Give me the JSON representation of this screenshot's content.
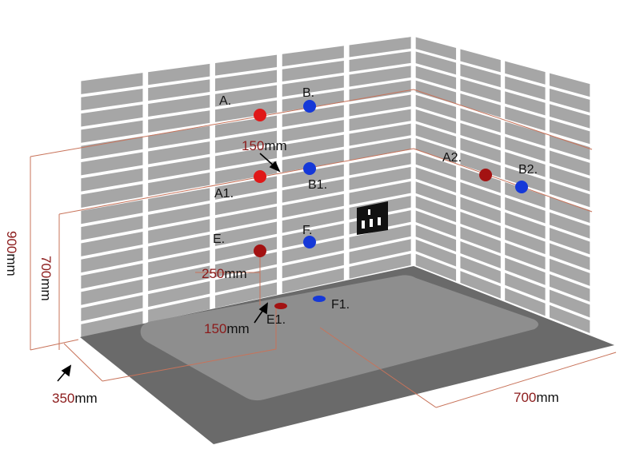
{
  "colors": {
    "hot": "#e01818",
    "hot_dark": "#a31212",
    "cold": "#1538d8",
    "dim_line": "#c8735a",
    "dim_num": "#8b1a1a",
    "tile": "#a6a6a6",
    "floor_outer": "#686868",
    "floor_inner": "#8c8c8c"
  },
  "points": {
    "A": "A.",
    "B": "B.",
    "A1": "A1.",
    "B1": "B1.",
    "A2": "A2.",
    "B2": "B2.",
    "E": "E.",
    "F": "F.",
    "E1": "E1.",
    "F1": "F1."
  },
  "dims": {
    "d150_top_num": "150",
    "d150_top_unit": "mm",
    "d250_num": "250",
    "d250_unit": "mm",
    "d150_bottom_num": "150",
    "d150_bottom_unit": "mm",
    "d900_num": "900",
    "d900_unit": "mm",
    "d700v_num": "700",
    "d700v_unit": "mm",
    "d350_num": "350",
    "d350_unit": "mm",
    "d700h_num": "700",
    "d700h_unit": "mm"
  },
  "icons": {
    "socket": "power-socket-icon"
  }
}
